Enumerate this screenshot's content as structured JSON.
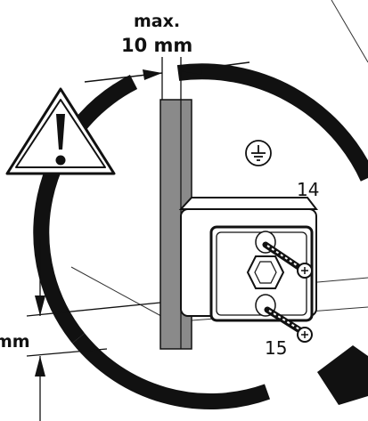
{
  "labels": {
    "max_line1": "max.",
    "max_line2": "10 mm",
    "part_14": "14",
    "part_15": "15",
    "left_partial_unit": "mm"
  },
  "icons": {
    "warning": "warning-triangle-icon",
    "ground": "ground-symbol-icon"
  },
  "colors": {
    "ink": "#111111",
    "panel": "#8a8a8a",
    "warning_fill": "#ffffff"
  }
}
